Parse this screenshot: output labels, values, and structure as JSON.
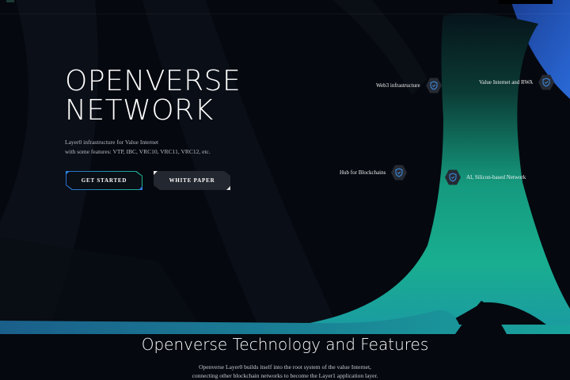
{
  "header": {
    "logo_icon": "logo-mark",
    "nav_button_label": ""
  },
  "hero": {
    "title_line1": "OPENVERSE",
    "title_line2": "NETWORK",
    "subtitle_line1": "Layer0 infrastructure for Value Internet",
    "subtitle_line2": "with some features: VTP, IBC, VRC10, VRC11, VRC12, etc.",
    "buttons": {
      "primary": "GET STARTED",
      "secondary": "WHITE PAPER"
    }
  },
  "features": [
    {
      "label": "Web3 infrastructure",
      "icon": "shield-check-icon"
    },
    {
      "label": "Value Internet and RWA",
      "icon": "shield-check-icon"
    },
    {
      "label": "Hub for Blockchains",
      "icon": "shield-check-icon"
    },
    {
      "label": "AI, Silicon-based Network",
      "icon": "shield-check-icon"
    }
  ],
  "section": {
    "title": "Openverse Technology and Features",
    "desc_line1": "Openverse Layer0 builds itself into the root system of the value Internet,",
    "desc_line2": "connecting other blockchain networks to become the Layer1 application layer."
  },
  "colors": {
    "background": "#05080f",
    "accent_green": "#1fb38f",
    "accent_teal": "#17a3a0",
    "accent_blue": "#1e4fa8",
    "button_secondary": "#23272f"
  }
}
